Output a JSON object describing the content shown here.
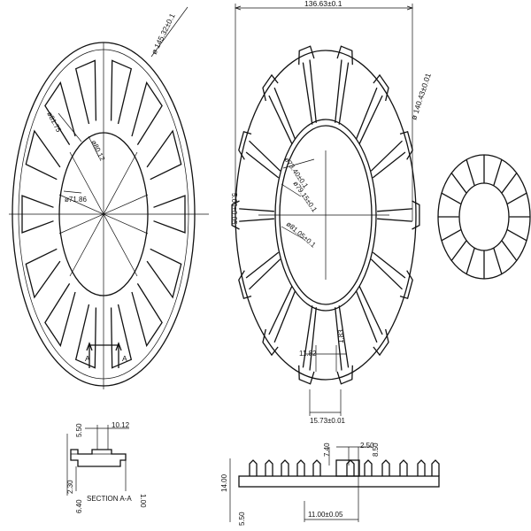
{
  "views": {
    "front": {
      "labels": {
        "d_outer": "ø 145.32±0.1",
        "d_81": "ø81.75",
        "d_80": "ø80.12",
        "d_71": "ø71.86",
        "sec_left": "A",
        "sec_right": "A"
      }
    },
    "rear": {
      "labels": {
        "width": "136.63±0.1",
        "d_140": "ø 140.43±0.01",
        "d_73": "ø73.40±0.1",
        "d_79": "ø79.15±0.1",
        "d_81": "ø81.05±0.1",
        "five": "5.00±0.05",
        "w1182": "11.82",
        "w183": "1.83",
        "w1573": "15.73±0.01"
      }
    },
    "section": {
      "labels": {
        "w1012": "10.12",
        "h550": "5.50",
        "h230": "2.30",
        "h640": "6.40",
        "h100": "1.00",
        "caption": "SECTION A-A"
      }
    },
    "side": {
      "labels": {
        "h740": "7.40",
        "w250": "2.50",
        "h850": "8.50",
        "h1400": "14.00",
        "h550": "5.50",
        "w1100": "11.00±0.05"
      }
    }
  }
}
